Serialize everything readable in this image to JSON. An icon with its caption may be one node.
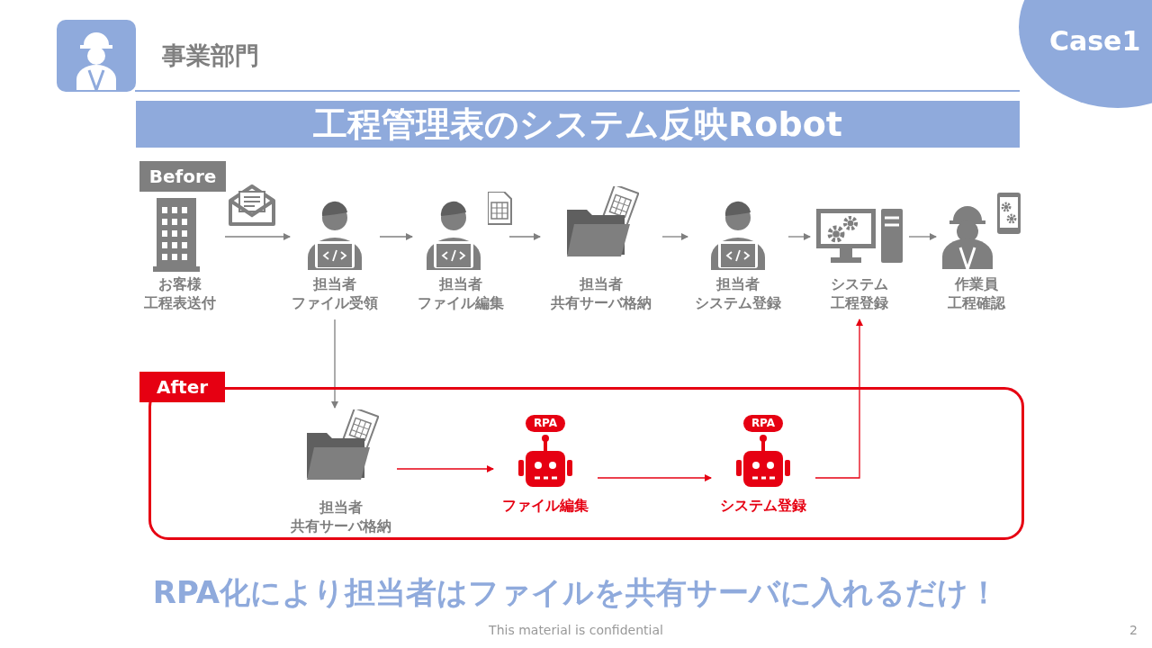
{
  "diagram": {
    "title": "工程管理表のシステム反映Robot",
    "nodes": [
      {
        "text": [
          "Before"
        ]
      },
      {
        "text": [
          "お客様",
          "工程表送付"
        ]
      },
      {
        "text": [
          "担当者",
          "ファイル受領"
        ]
      },
      {
        "text": [
          "担当者",
          "ファイル編集"
        ]
      },
      {
        "text": [
          "担当者",
          "共有サーバ格納"
        ]
      },
      {
        "text": [
          "担当者",
          "システム登録"
        ]
      },
      {
        "text": [
          "システム",
          "工程登録"
        ]
      },
      {
        "text": [
          "作業員",
          "工程確認"
        ]
      },
      {
        "text": [
          "After"
        ]
      },
      {
        "text": [
          "担当者",
          "共有サーバ格納"
        ],
        "in": 8
      },
      {
        "text": [
          "RPA",
          "ファイル編集"
        ],
        "in": 8
      },
      {
        "text": [
          "RPA",
          "システム登録"
        ],
        "in": 8
      }
    ],
    "edges": [
      {
        "from": 1,
        "to": 2,
        "arrow": "to"
      },
      {
        "from": 2,
        "to": 3,
        "arrow": "to"
      },
      {
        "from": 3,
        "to": 4,
        "arrow": "to"
      },
      {
        "from": 4,
        "to": 5,
        "arrow": "to"
      },
      {
        "from": 5,
        "to": 6,
        "arrow": "to"
      },
      {
        "from": 6,
        "to": 7,
        "arrow": "to"
      },
      {
        "from": 2,
        "to": 9,
        "arrow": "to"
      },
      {
        "from": 9,
        "to": 10,
        "arrow": "to",
        "color": "#e60012"
      },
      {
        "from": 10,
        "to": 11,
        "arrow": "to",
        "color": "#e60012"
      },
      {
        "from": 11,
        "to": 6,
        "arrow": "to",
        "color": "#e60012"
      }
    ],
    "labels": [
      "事業部門",
      "Case1",
      "RPA化により担当者はファイルを共有サーバに入れるだけ！",
      "This material is confidential",
      "2"
    ]
  }
}
